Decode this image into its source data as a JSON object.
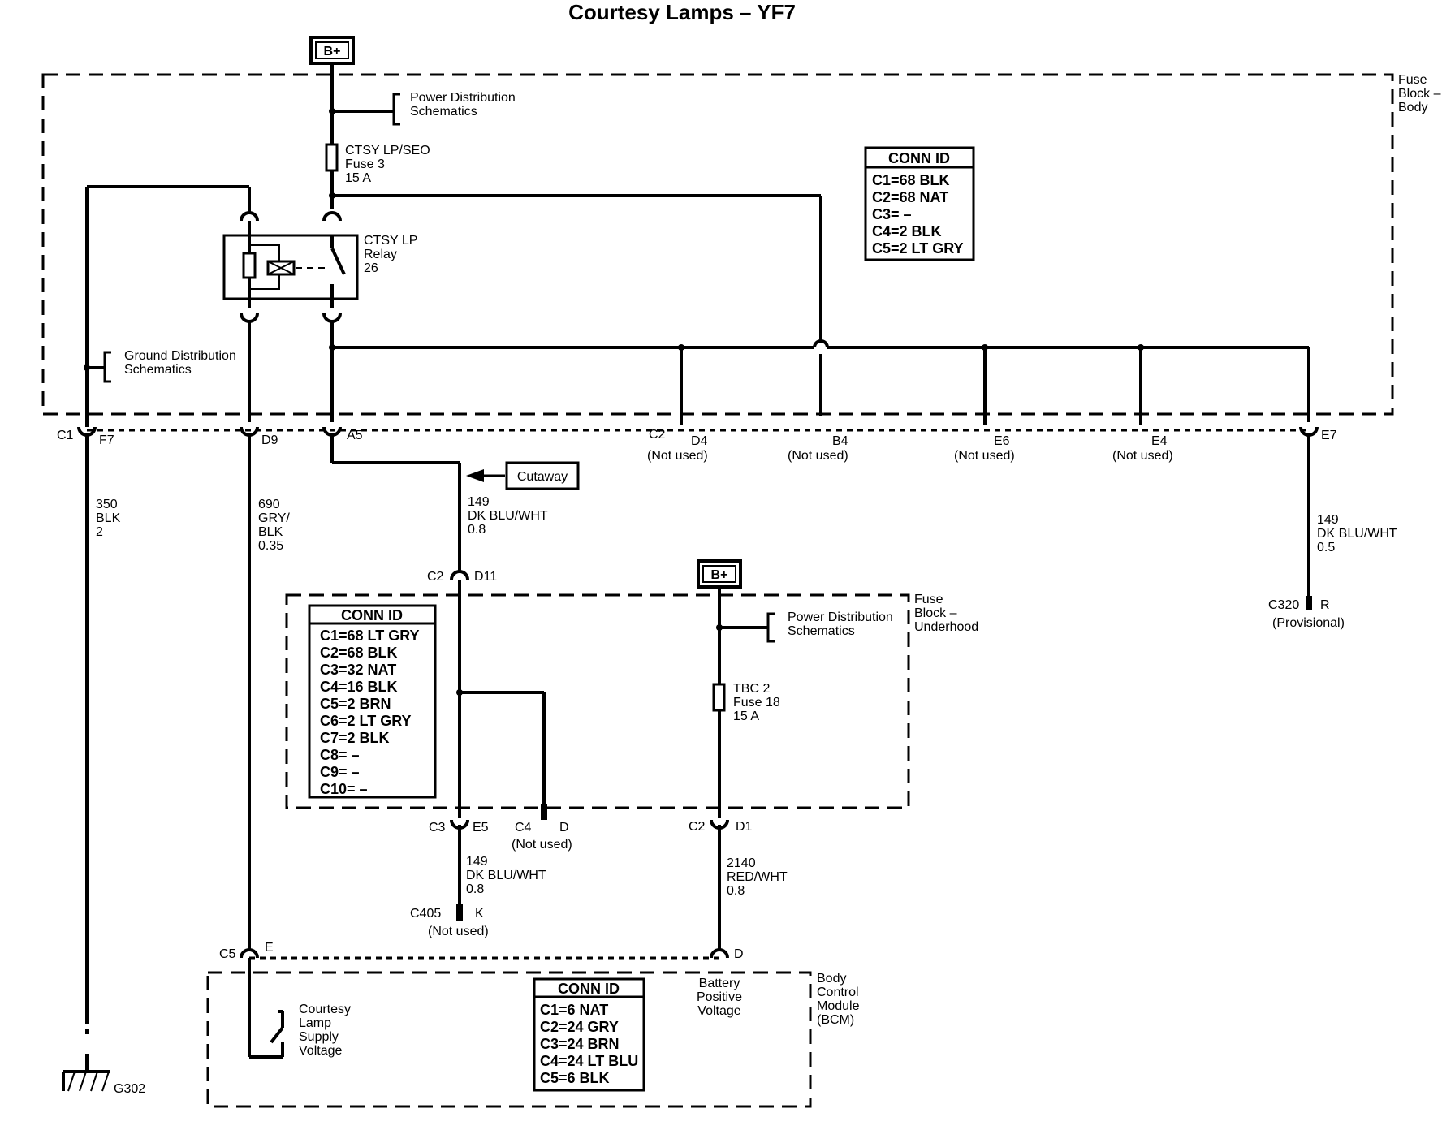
{
  "title": "Courtesy Lamps – YF7",
  "b_plus": "B+",
  "fuse_block_body": {
    "label": [
      "Fuse",
      "Block –",
      "Body"
    ]
  },
  "fuse_block_underhood": {
    "label": [
      "Fuse",
      "Block –",
      "Underhood"
    ]
  },
  "bcm": {
    "label": [
      "Body",
      "Control",
      "Module",
      "(BCM)"
    ]
  },
  "power_dist": [
    "Power Distribution",
    "Schematics"
  ],
  "ground_dist": [
    "Ground Distribution",
    "Schematics"
  ],
  "fuse3": [
    "CTSY LP/SEO",
    "Fuse 3",
    "15 A"
  ],
  "relay": [
    "CTSY LP",
    "Relay",
    "26"
  ],
  "fuse18": [
    "TBC 2",
    "Fuse 18",
    "15 A"
  ],
  "conn_id_body": {
    "header": "CONN ID",
    "rows": [
      "C1=68 BLK",
      "C2=68 NAT",
      "C3= –",
      "C4=2 BLK",
      "C5=2 LT GRY"
    ]
  },
  "conn_id_underhood": {
    "header": "CONN ID",
    "rows": [
      "C1=68 LT GRY",
      "C2=68 BLK",
      "C3=32 NAT",
      "C4=16 BLK",
      "C5=2 BRN",
      "C6=2 LT GRY",
      "C7=2 BLK",
      "C8= –",
      "C9= –",
      "C10= –"
    ]
  },
  "conn_id_bcm": {
    "header": "CONN ID",
    "rows": [
      "C1=6 NAT",
      "C2=24 GRY",
      "C3=24 BRN",
      "C4=24 LT BLU",
      "C5=6 BLK"
    ]
  },
  "pins": {
    "c1": "C1",
    "f7": "F7",
    "d9": "D9",
    "a5": "A5",
    "c2_top": "C2",
    "d4": "D4",
    "b4": "B4",
    "e6": "E6",
    "e4": "E4",
    "e7": "E7",
    "not_used": "(Not used)",
    "c2_mid": "C2",
    "d11": "D11",
    "c3": "C3",
    "e5": "E5",
    "c4": "C4",
    "d": "D",
    "c2_low": "C2",
    "d1": "D1",
    "c405": "C405",
    "k": "K",
    "c5": "C5",
    "e": "E",
    "d_bcm": "D",
    "c320": "C320",
    "r": "R",
    "provisional": "(Provisional)",
    "g302": "G302"
  },
  "cutaway": "Cutaway",
  "wires": {
    "w350": [
      "350",
      "BLK",
      "2"
    ],
    "w690": [
      "690",
      "GRY/",
      "BLK",
      "0.35"
    ],
    "w149a": [
      "149",
      "DK BLU/WHT",
      "0.8"
    ],
    "w149b": [
      "149",
      "DK BLU/WHT",
      "0.5"
    ],
    "w149c": [
      "149",
      "DK BLU/WHT",
      "0.8"
    ],
    "w2140": [
      "2140",
      "RED/WHT",
      "0.8"
    ]
  },
  "courtesy_lamp": [
    "Courtesy",
    "Lamp",
    "Supply",
    "Voltage"
  ],
  "battery_pos": [
    "Battery",
    "Positive",
    "Voltage"
  ]
}
